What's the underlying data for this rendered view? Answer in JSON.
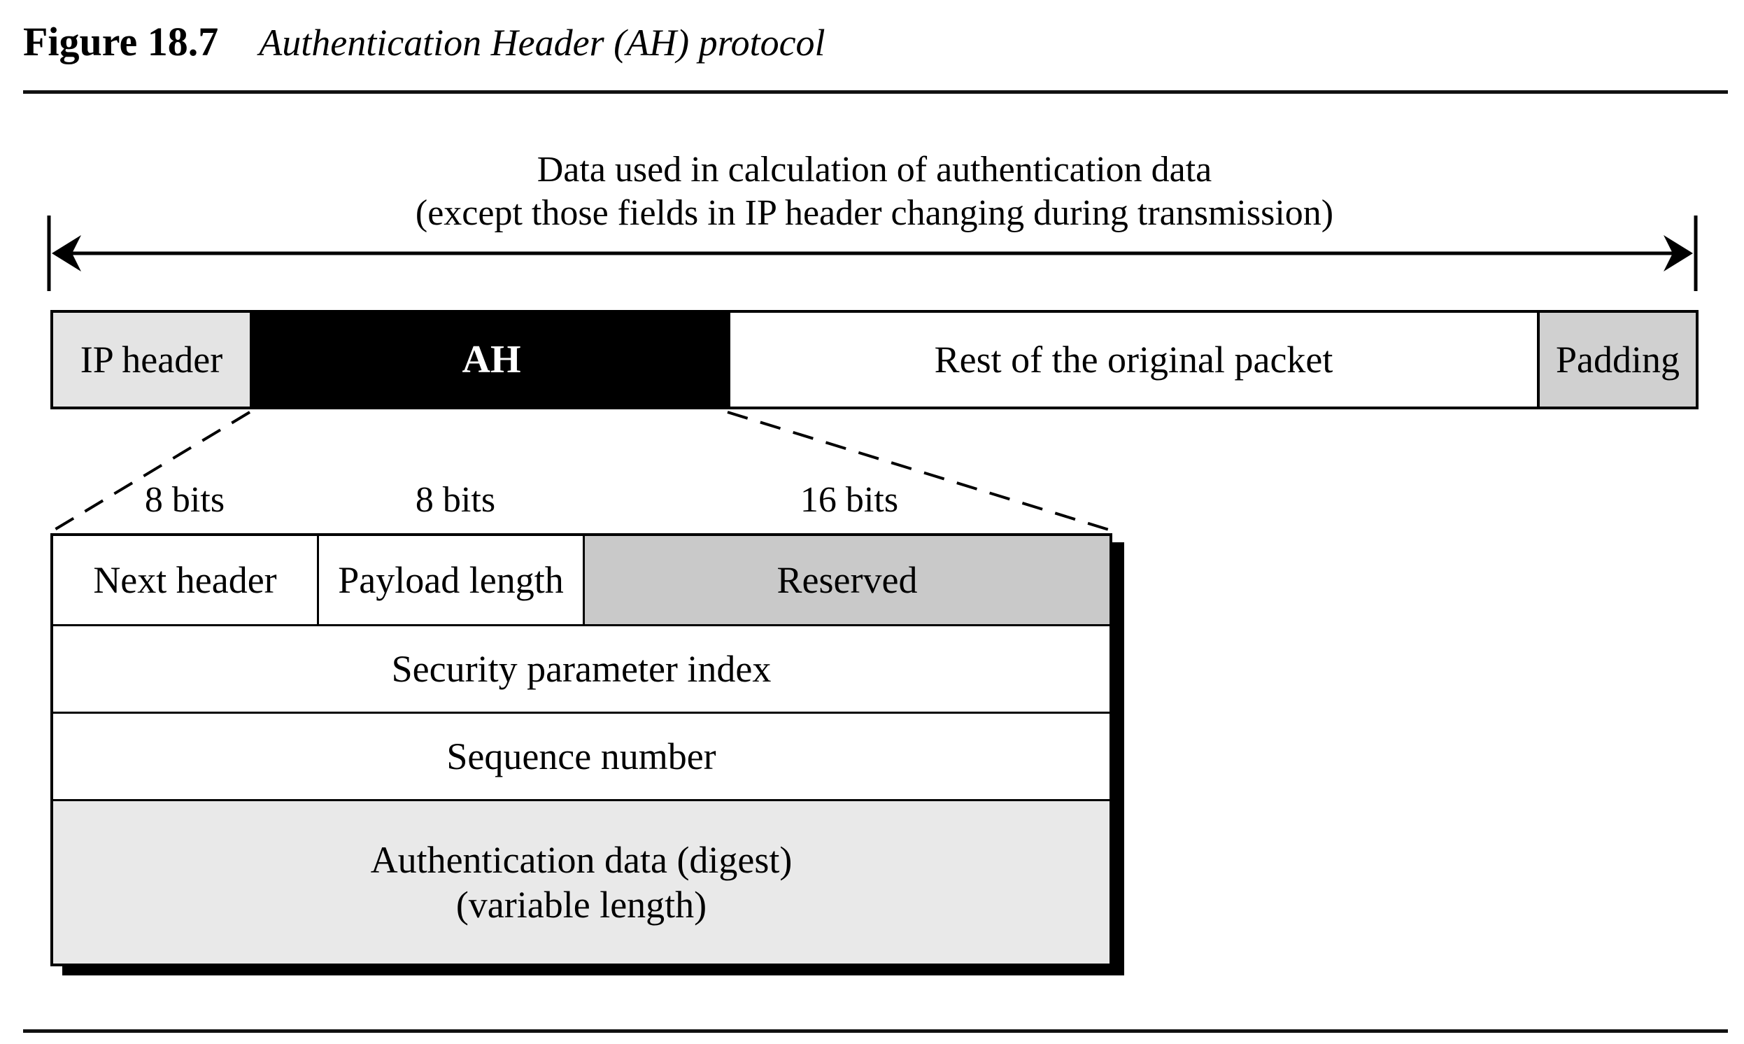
{
  "header": {
    "figure_label": "Figure 18.7",
    "figure_title": "Authentication Header (AH) protocol"
  },
  "caption": {
    "line1": "Data used in calculation of authentication data",
    "line2": "(except those fields in IP header changing during transmission)"
  },
  "packet_bar": {
    "segments": [
      {
        "label": "IP header",
        "fill": "#e4e4e4",
        "text_color": "#000000"
      },
      {
        "label": "AH",
        "fill": "#000000",
        "text_color": "#ffffff"
      },
      {
        "label": "Rest of the original packet",
        "fill": "#ffffff",
        "text_color": "#000000"
      },
      {
        "label": "Padding",
        "fill": "#d0d0d0",
        "text_color": "#000000"
      }
    ]
  },
  "ah_detail": {
    "bit_labels": [
      "8 bits",
      "8 bits",
      "16 bits"
    ],
    "row1": {
      "cells": [
        {
          "label": "Next header",
          "fill": "#ffffff"
        },
        {
          "label": "Payload length",
          "fill": "#ffffff"
        },
        {
          "label": "Reserved",
          "fill": "#c9c9c9"
        }
      ]
    },
    "row2": {
      "label": "Security parameter index",
      "fill": "#ffffff"
    },
    "row3": {
      "label": "Sequence number",
      "fill": "#ffffff"
    },
    "row4": {
      "line1": "Authentication data (digest)",
      "line2": "(variable length)",
      "fill": "#e9e9e9"
    }
  },
  "colors": {
    "border": "#000000",
    "shadow": "#000000",
    "rule": "#111111",
    "page_background": "#ffffff"
  }
}
